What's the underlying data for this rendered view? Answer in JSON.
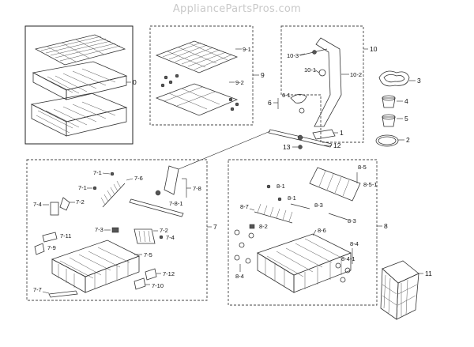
{
  "watermark": "AppliancePartsPros.com",
  "labels": {
    "l0": "0",
    "l9": "9",
    "l9_1": "9-1",
    "l9_2": "9-2",
    "l10": "10",
    "l10_1": "10-1",
    "l10_2": "10-2",
    "l10_3": "10-3",
    "l6": "6",
    "l6_1": "6-1",
    "l1": "1",
    "l2": "2",
    "l3": "3",
    "l4": "4",
    "l5": "5",
    "l12": "12",
    "l13": "13",
    "l7": "7",
    "l7_1a": "7-1",
    "l7_1b": "7-1",
    "l7_2a": "7-2",
    "l7_2b": "7-2",
    "l7_3": "7-3",
    "l7_4a": "7-4",
    "l7_4b": "7-4",
    "l7_5": "7-5",
    "l7_6": "7-6",
    "l7_7": "7-7",
    "l7_8": "7-8",
    "l7_8_1": "7-8-1",
    "l7_9": "7-9",
    "l7_10": "7-10",
    "l7_11": "7-11",
    "l7_12": "7-12",
    "l8": "8",
    "l8_1a": "8-1",
    "l8_1b": "8-1",
    "l8_2": "8-2",
    "l8_3a": "8-3",
    "l8_3b": "8-3",
    "l8_4a": "8-4",
    "l8_4b": "8-4",
    "l8_4_1": "8-4-1",
    "l8_5": "8-5",
    "l8_5_1": "8-5-1",
    "l8_6": "8-6",
    "l8_7": "8-7",
    "l11": "11"
  }
}
